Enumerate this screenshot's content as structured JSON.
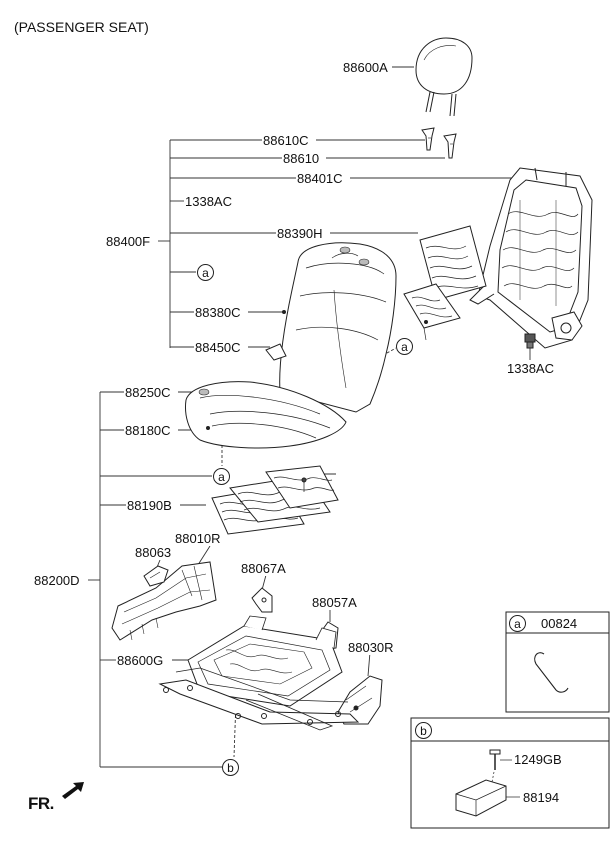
{
  "title": "(PASSENGER SEAT)",
  "direction_label": "FR.",
  "callouts": {
    "a": "a",
    "b": "b"
  },
  "parts": {
    "p88600A": "88600A",
    "p88610C": "88610C",
    "p88610": "88610",
    "p88401C": "88401C",
    "p1338AC_left": "1338AC",
    "p88400F": "88400F",
    "p88390H": "88390H",
    "p88380C": "88380C",
    "p88450C": "88450C",
    "p1338AC_right": "1338AC",
    "p88250C": "88250C",
    "p88180C": "88180C",
    "p88190B": "88190B",
    "p88063": "88063",
    "p88010R": "88010R",
    "p88067A": "88067A",
    "p88200D": "88200D",
    "p88057A": "88057A",
    "p88600G": "88600G",
    "p88030R": "88030R"
  },
  "inset_a": {
    "letter": "a",
    "part": "00824"
  },
  "inset_b": {
    "letter": "b",
    "part_bolt": "1249GB",
    "part_module": "88194"
  }
}
